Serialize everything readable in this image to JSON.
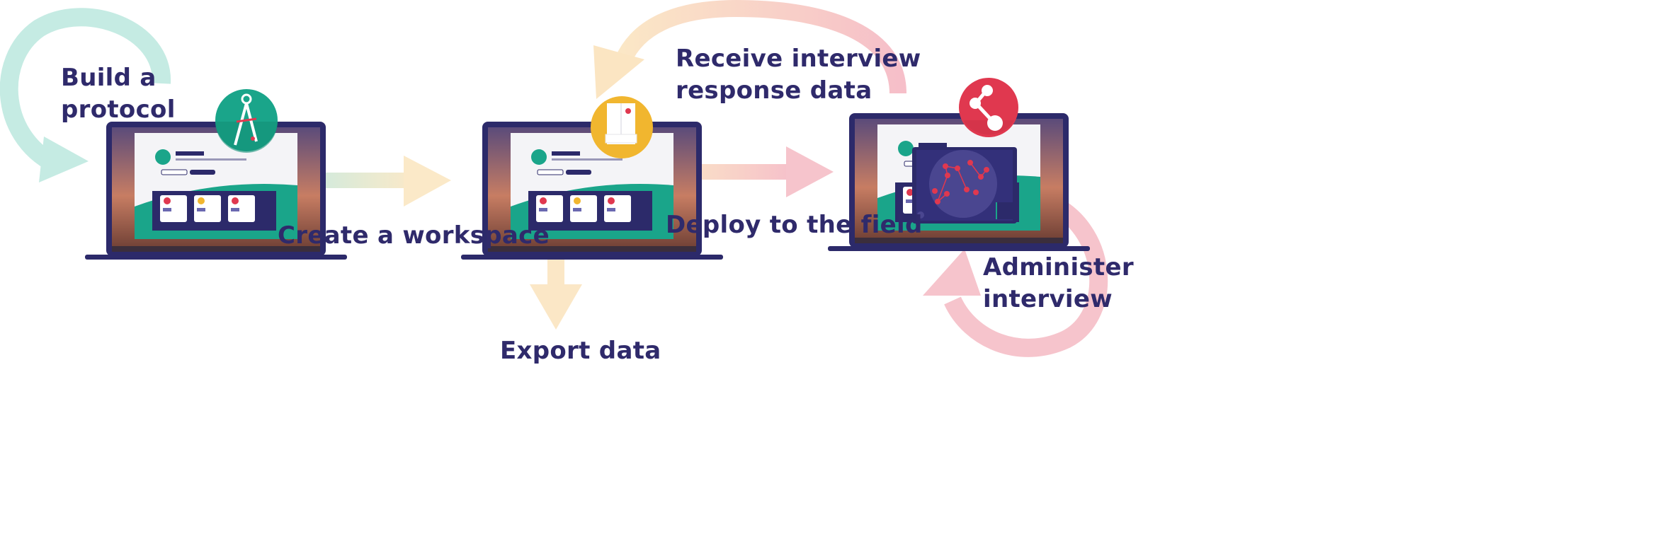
{
  "steps": {
    "build": {
      "line1": "Build a",
      "line2": "protocol"
    },
    "create": {
      "text": "Create a workspace"
    },
    "export": {
      "text": "Export data"
    },
    "receive": {
      "line1": "Receive interview",
      "line2": "response data"
    },
    "deploy": {
      "text": "Deploy to the field"
    },
    "administer": {
      "line1": "Administer",
      "line2": "interview"
    }
  },
  "screens": {
    "app_title": "Architect"
  },
  "icons": {
    "build_badge": "compass-icon",
    "create_badge": "server-icon",
    "deploy_badge": "network-share-icon"
  },
  "colors": {
    "text": "#2f2a6b",
    "teal": "#1aa58a",
    "yellow": "#f1b62f",
    "pink": "#e0384f",
    "navy": "#2c2a6a",
    "arrow_teal": "#bfe8e0",
    "arrow_cream": "#fbe7c6",
    "arrow_pink": "#f6c4cc"
  }
}
